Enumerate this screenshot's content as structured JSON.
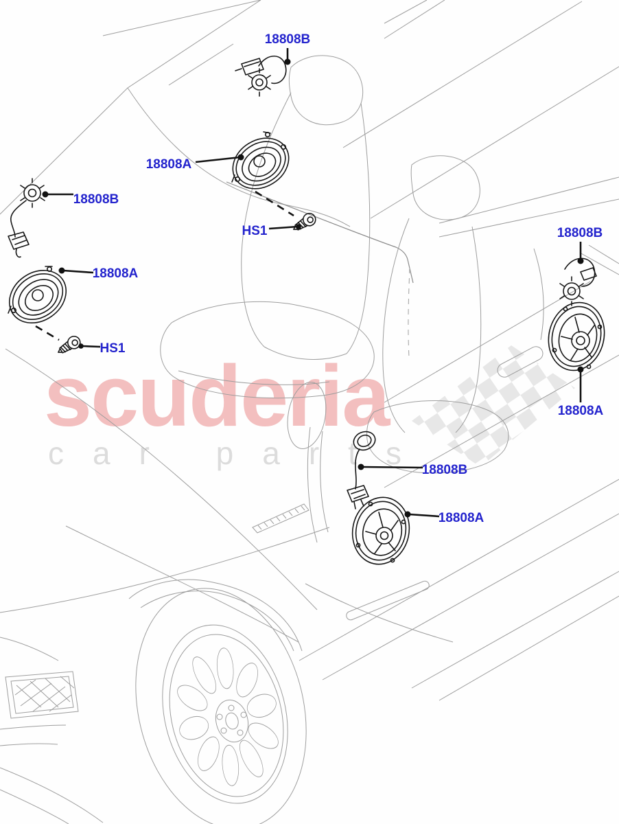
{
  "document": {
    "type": "parts-diagram",
    "subject": "Speakers mounted in vehicle doors, exploded view"
  },
  "watermark": {
    "title": "scuderia",
    "subtitle": "car parts"
  },
  "colors": {
    "label_blue": "#2323cd",
    "line_art_gray": "#9d9d9d",
    "part_ink": "#161616",
    "watermark_pink": "#f3bfbf",
    "watermark_gray": "#dcdcdc",
    "checker_gray": "#e7e7e7",
    "background": "#fefefe"
  },
  "parts": {
    "labels": [
      {
        "id": "top-connector",
        "text": "18808B"
      },
      {
        "id": "top-speaker",
        "text": "18808A"
      },
      {
        "id": "top-screw",
        "text": "HS1"
      },
      {
        "id": "left-connector",
        "text": "18808B"
      },
      {
        "id": "left-speaker",
        "text": "18808A"
      },
      {
        "id": "left-screw",
        "text": "HS1"
      },
      {
        "id": "right-connector",
        "text": "18808B"
      },
      {
        "id": "right-speaker",
        "text": "18808A"
      },
      {
        "id": "mid-connector",
        "text": "18808B"
      },
      {
        "id": "mid-speaker",
        "text": "18808A"
      }
    ]
  }
}
